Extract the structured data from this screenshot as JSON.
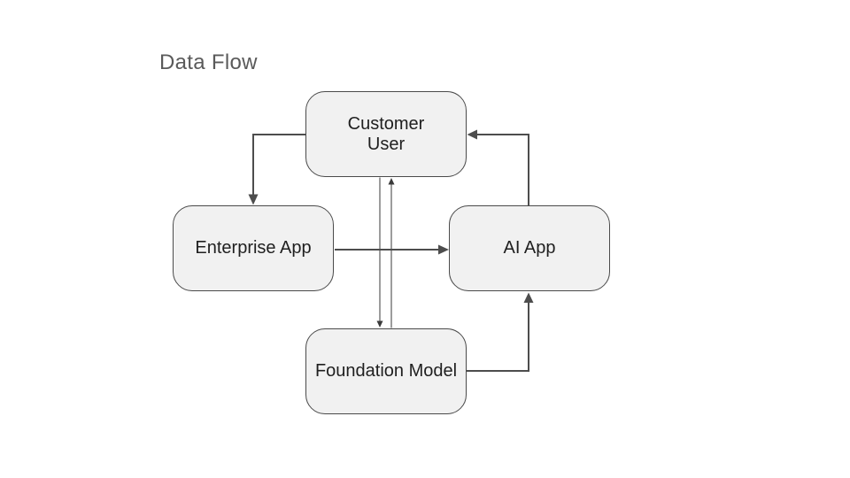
{
  "title": "Data Flow",
  "colors": {
    "background": "#ffffff",
    "node_fill": "#f1f1f1",
    "node_border": "#4a4a4a",
    "connector": "#4d4d4d",
    "thin_connector": "#3a3a3a",
    "title_text": "#5a5a5a",
    "node_text": "#1f1f1f"
  },
  "nodes": [
    {
      "id": "customer-user",
      "label": "Customer\nUser"
    },
    {
      "id": "enterprise-app",
      "label": "Enterprise App"
    },
    {
      "id": "ai-app",
      "label": "AI App"
    },
    {
      "id": "foundation-model",
      "label": "Foundation Model"
    }
  ],
  "edges": [
    {
      "from": "Customer User",
      "to": "Enterprise App",
      "style": "thick",
      "route": "left-then-down"
    },
    {
      "from": "Enterprise App",
      "to": "AI App",
      "style": "thick",
      "route": "straight-right"
    },
    {
      "from": "AI App",
      "to": "Customer User",
      "style": "thick",
      "route": "up-then-left"
    },
    {
      "from": "Foundation Model",
      "to": "AI App",
      "style": "thick",
      "route": "right-then-up"
    },
    {
      "from": "Customer User",
      "to": "Foundation Model",
      "style": "thin",
      "route": "straight-down"
    },
    {
      "from": "Foundation Model",
      "to": "Customer User",
      "style": "thin",
      "route": "straight-up"
    }
  ]
}
